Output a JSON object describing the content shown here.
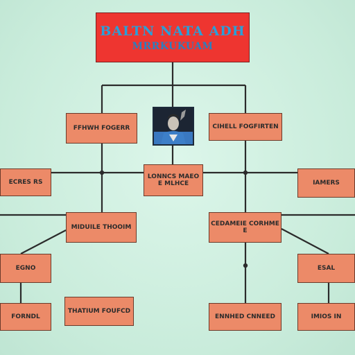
{
  "title": {
    "line1": "BALTN NATA ADH",
    "line2": "MRRKUKUAM"
  },
  "boxes": {
    "mid_left": "FFHWH FOGERR",
    "mid_right": "CIHELL FOGFIRTEN",
    "center": "LONNCS MAEOE MLHCE",
    "left_edge": "ECRES RS",
    "right_edge": "IAMERS",
    "lower_left": "MIDUILE THOOIM",
    "lower_right": "CEDAMEIE CORHMEE",
    "far_left": "EGNO",
    "far_right": "ESAL",
    "bottom_1": "FORNDL",
    "bottom_2": "THATIUM FOUFCD",
    "bottom_3": "ENNHED CNNEED",
    "bottom_4": "IMIOS IN"
  },
  "colors": {
    "title_fill": "#ee3530",
    "title_text": "#2a9fd8",
    "box_fill": "#ec8a68",
    "line": "#2b2b2b",
    "background": "#cdeedd"
  }
}
